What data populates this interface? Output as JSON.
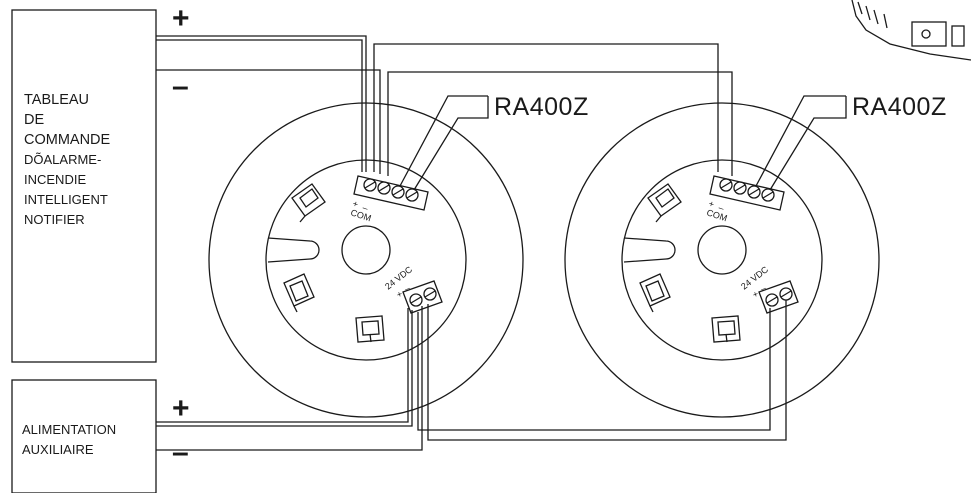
{
  "panel": {
    "lines": [
      "TABLEAU",
      "DE",
      "COMMANDE",
      "DÕALARME-",
      "INCENDIE",
      "INTELLIGENT",
      "NOTIFIER"
    ],
    "plus": "+",
    "minus": "–"
  },
  "aux": {
    "lines": [
      "ALIMENTATION",
      "AUXILIAIRE"
    ],
    "plus": "+",
    "minus": "–"
  },
  "bases": [
    {
      "model_label": "RA400Z",
      "com_label": "COM",
      "com_plus": "+",
      "com_minus": "–",
      "vdc_label": "24 VDC",
      "vdc_plus": "+",
      "vdc_minus": "–"
    },
    {
      "model_label": "RA400Z",
      "com_label": "COM",
      "com_plus": "+",
      "com_minus": "–",
      "vdc_label": "24 VDC",
      "vdc_plus": "+",
      "vdc_minus": "–"
    }
  ],
  "colors": {
    "line": "#1a1a1a",
    "background": "#ffffff"
  }
}
